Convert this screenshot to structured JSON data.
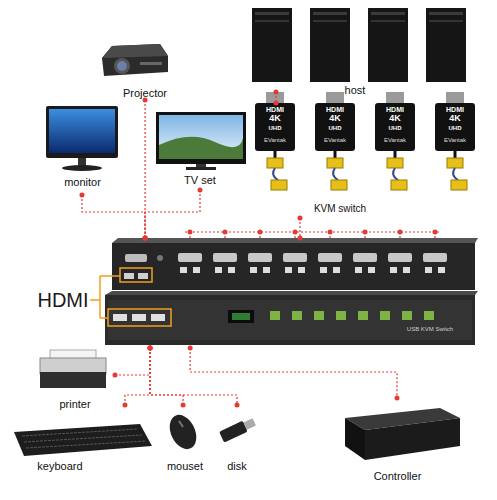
{
  "diagram": {
    "nodes": [
      {
        "text": [
          "Projector"
        ]
      },
      {
        "text": [
          "host"
        ]
      },
      {
        "text": [
          "monitor"
        ]
      },
      {
        "text": [
          "TV set"
        ]
      },
      {
        "text": [
          "KVM switch"
        ]
      },
      {
        "text": [
          "USB KVM Switch"
        ]
      },
      {
        "text": [
          "printer"
        ]
      },
      {
        "text": [
          "keyboard"
        ]
      },
      {
        "text": [
          "mouset"
        ]
      },
      {
        "text": [
          "disk"
        ]
      },
      {
        "text": [
          "Controller"
        ]
      }
    ],
    "edges": [
      {
        "from": 0,
        "to": 5,
        "arrow": "none"
      },
      {
        "from": 2,
        "to": 5,
        "arrow": "none"
      },
      {
        "from": 3,
        "to": 5,
        "arrow": "none"
      },
      {
        "from": 1,
        "to": 4,
        "arrow": "none"
      },
      {
        "from": 4,
        "to": 5,
        "arrow": "none"
      },
      {
        "from": 5,
        "to": 6,
        "arrow": "none"
      },
      {
        "from": 5,
        "to": 7,
        "arrow": "none"
      },
      {
        "from": 5,
        "to": 8,
        "arrow": "none"
      },
      {
        "from": 5,
        "to": 9,
        "arrow": "none"
      },
      {
        "from": 5,
        "to": 10,
        "arrow": "none"
      }
    ],
    "labels": [
      "HDMI",
      "HDMI",
      "4K",
      "UHD",
      "EVantak",
      "HDMI",
      "4K",
      "UHD",
      "EVantak",
      "HDMI",
      "4K",
      "UHD",
      "EVantak",
      "HDMI",
      "4K",
      "UHD",
      "EVantak"
    ]
  }
}
